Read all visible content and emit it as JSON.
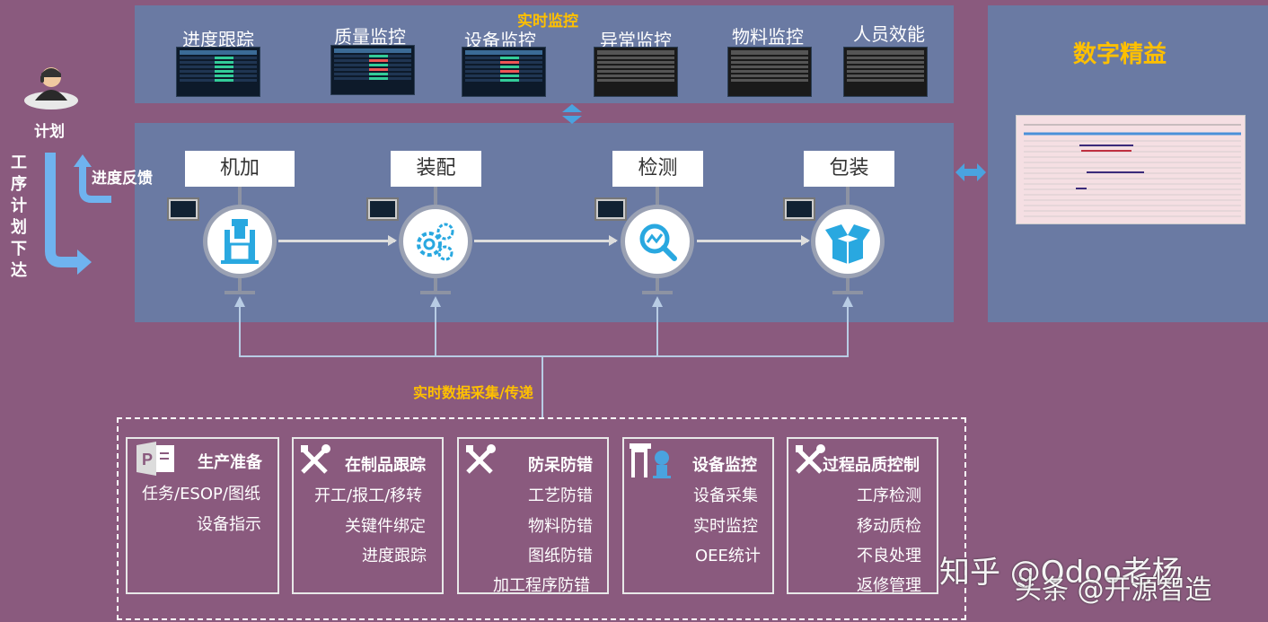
{
  "header": {
    "realtime_monitor": "实时监控",
    "digital_lean": "数字精益"
  },
  "monitors": [
    {
      "label": "进度跟踪"
    },
    {
      "label": "质量监控"
    },
    {
      "label": "设备监控"
    },
    {
      "label": "异常监控"
    },
    {
      "label": "物料监控"
    },
    {
      "label": "人员效能"
    }
  ],
  "left": {
    "plan_label": "计划",
    "feedback_label": "进度反馈",
    "dispatch_label": "工序计划下达"
  },
  "stages": [
    {
      "label": "机加",
      "icon": "machining-icon"
    },
    {
      "label": "装配",
      "icon": "assembly-gears-icon"
    },
    {
      "label": "检测",
      "icon": "inspection-magnifier-icon"
    },
    {
      "label": "包装",
      "icon": "packaging-box-icon"
    }
  ],
  "collection_label": "实时数据采集/传递",
  "cards": [
    {
      "title": "生产准备",
      "icon": "powerpoint-icon",
      "lines": [
        "任务/ESOP/图纸",
        "设备指示"
      ]
    },
    {
      "title": "在制品跟踪",
      "icon": "tools-icon",
      "lines": [
        "开工/报工/移转",
        "关键件绑定",
        "进度跟踪"
      ]
    },
    {
      "title": "防呆防错",
      "icon": "tools-icon",
      "lines": [
        "工艺防错",
        "物料防错",
        "图纸防错",
        "加工程序防错"
      ]
    },
    {
      "title": "设备监控",
      "icon": "machine-robot-icon",
      "lines": [
        "设备采集",
        "实时监控",
        "OEE统计"
      ]
    },
    {
      "title": "过程品质控制",
      "icon": "tools-icon",
      "lines": [
        "工序检测",
        "移动质检",
        "不良处理",
        "返修管理"
      ]
    }
  ],
  "watermarks": {
    "zhihu": "知乎 @Odoo老杨",
    "toutiao": "头条 @开源智造"
  },
  "colors": {
    "background": "#8a5a7e",
    "panel": "#6a7aa3",
    "accent": "#ffc000",
    "icon_blue": "#29a8e0"
  }
}
